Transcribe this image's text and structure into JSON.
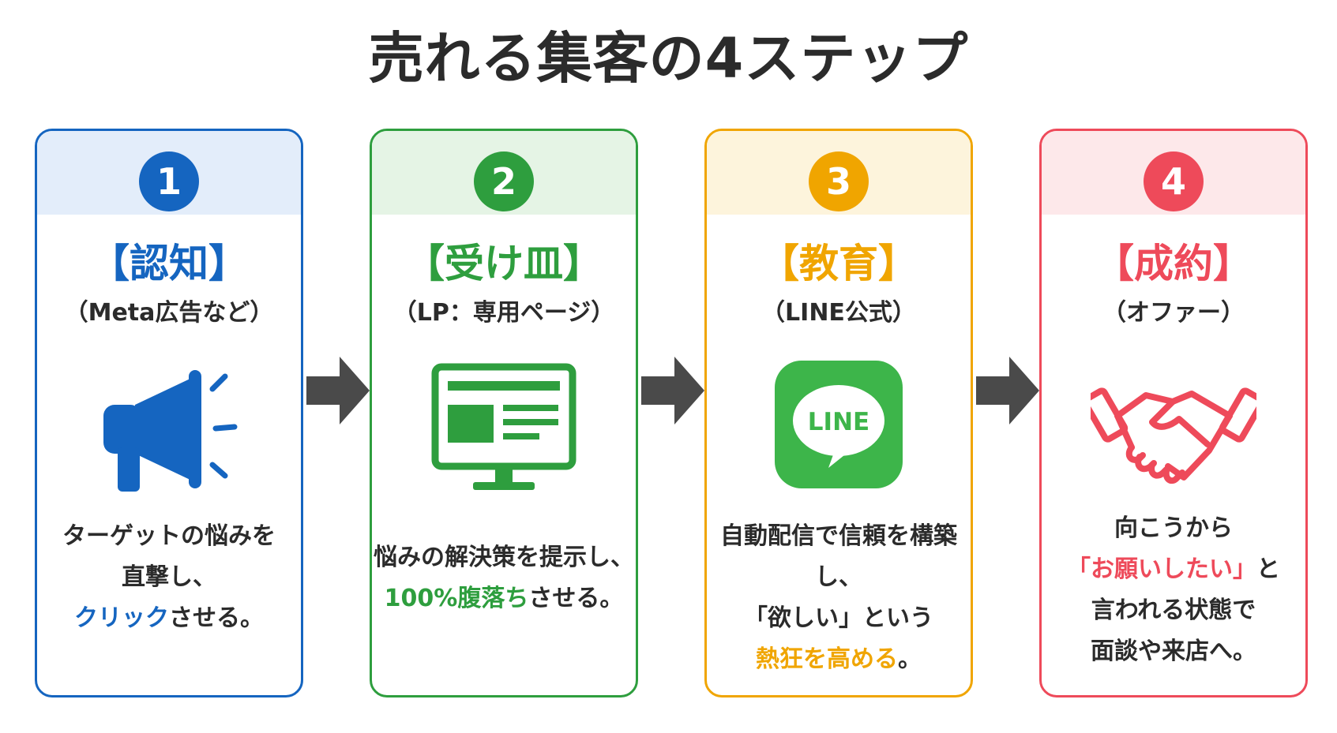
{
  "title": "売れる集客の4ステップ",
  "colors": {
    "step1": "#1565c0",
    "step2": "#2e9e3e",
    "step3": "#f0a500",
    "step4": "#ee4a5a",
    "arrow": "#4a4a4a"
  },
  "steps": [
    {
      "number": "1",
      "name": "【認知】",
      "sub": "（Meta広告など）",
      "icon": "megaphone-icon",
      "desc": [
        {
          "parts": [
            {
              "t": "ターゲットの悩みを",
              "hl": false
            }
          ]
        },
        {
          "parts": [
            {
              "t": "直撃し、",
              "hl": false
            }
          ]
        },
        {
          "parts": [
            {
              "t": "クリック",
              "hl": true
            },
            {
              "t": "させる。",
              "hl": false
            }
          ]
        }
      ]
    },
    {
      "number": "2",
      "name": "【受け皿】",
      "sub": "（LP：専用ページ）",
      "icon": "monitor-icon",
      "desc": [
        {
          "parts": [
            {
              "t": "悩みの解決策を提示し、",
              "hl": false
            }
          ]
        },
        {
          "parts": [
            {
              "t": "100%腹落ち",
              "hl": true
            },
            {
              "t": "させる。",
              "hl": false
            }
          ]
        }
      ]
    },
    {
      "number": "3",
      "name": "【教育】",
      "sub": "（LINE公式）",
      "icon": "line-app-icon",
      "icon_text": "LINE",
      "desc": [
        {
          "parts": [
            {
              "t": "自動配信で信頼を構築し、",
              "hl": false
            }
          ]
        },
        {
          "parts": [
            {
              "t": "「欲しい」という",
              "hl": false
            }
          ]
        },
        {
          "parts": [
            {
              "t": "熱狂を高める",
              "hl": true
            },
            {
              "t": "。",
              "hl": false
            }
          ]
        }
      ]
    },
    {
      "number": "4",
      "name": "【成約】",
      "sub": "（オファー）",
      "icon": "handshake-icon",
      "desc": [
        {
          "parts": [
            {
              "t": "向こうから",
              "hl": false
            }
          ]
        },
        {
          "parts": [
            {
              "t": "「お願いしたい」",
              "hl": true
            },
            {
              "t": "と",
              "hl": false
            }
          ]
        },
        {
          "parts": [
            {
              "t": "言われる状態で",
              "hl": false
            }
          ]
        },
        {
          "parts": [
            {
              "t": "面談や来店へ。",
              "hl": false
            }
          ]
        }
      ]
    }
  ]
}
